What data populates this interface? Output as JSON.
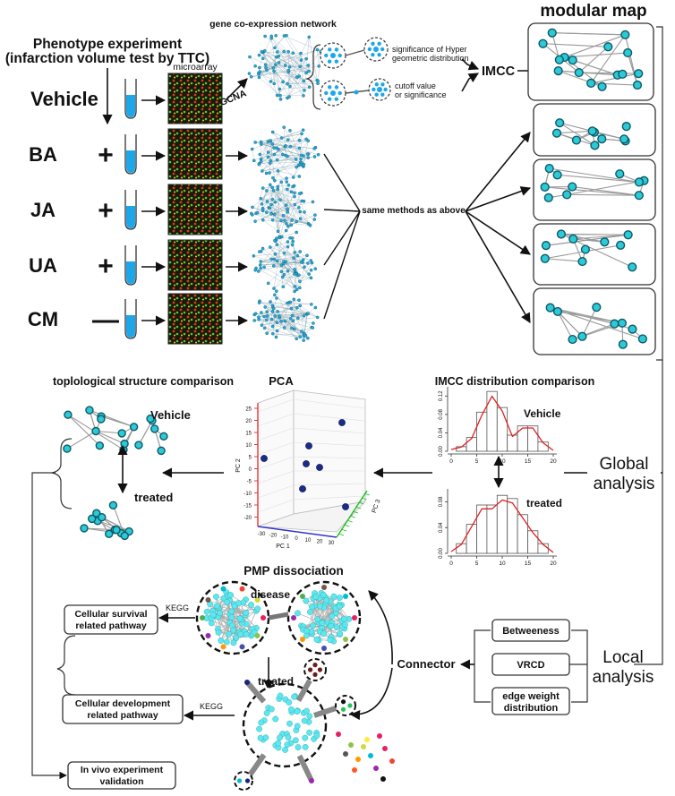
{
  "labels": {
    "phenotype_line1": "Phenotype experiment",
    "phenotype_line2": "(infarction volume test by TTC)",
    "microarray": "microarray",
    "gene_network": "gene co-expression network",
    "wgcna": "WGCNA",
    "hyper_line1": "significance of Hyper",
    "hyper_line2": "geometric distribution",
    "cutoff_line1": "cutoff value",
    "cutoff_line2": "or significance",
    "imcc": "IMCC",
    "modular_map": "modular map",
    "same_methods": "same methods as above",
    "topo_title": "toplological structure comparison",
    "vehicle": "Vehicle",
    "treated": "treated",
    "pca_title": "PCA",
    "imcc_dist_title": "IMCC distribution  comparison",
    "global_line1": "Global",
    "global_line2": "analysis",
    "local_line1": "Local",
    "local_line2": "analysis",
    "pmp_title": "PMP dissociation",
    "disease": "disease",
    "kegg": "KEGG",
    "survival_line1": "Cellular survival",
    "survival_line2": "related pathway",
    "development_line1": "Cellular development",
    "development_line2": "related pathway",
    "invivo_line1": "In vivo experiment",
    "invivo_line2": "validation",
    "connector": "Connector",
    "betweeness": "Betweeness",
    "vrcd": "VRCD",
    "edge_weight_line1": "edge weight",
    "edge_weight_line2": "distribution"
  },
  "groups": [
    {
      "name": "Vehicle",
      "sign": ""
    },
    {
      "name": "BA",
      "sign": "+"
    },
    {
      "name": "JA",
      "sign": "+"
    },
    {
      "name": "UA",
      "sign": "+"
    },
    {
      "name": "CM",
      "sign": "—"
    }
  ],
  "pca": {
    "y_label": "PC 2",
    "x_label": "PC 1",
    "z_label": "PC 3",
    "y_ticks": [
      "25",
      "20",
      "15",
      "10",
      "5",
      "0",
      "-5",
      "-10",
      "-15",
      "-20"
    ],
    "x_ticks": [
      "-30",
      "-20",
      "-10",
      "0",
      "10",
      "20",
      "30"
    ]
  },
  "hist_vehicle": {
    "y_ticks": [
      "0.00",
      "0.04",
      "0.08",
      "0.12"
    ],
    "x_ticks": [
      "0",
      "5",
      "10",
      "15",
      "20"
    ],
    "bins": [
      0.01,
      0.03,
      0.085,
      0.13,
      0.095,
      0.035,
      0.055,
      0.055,
      0.02
    ]
  },
  "hist_treated": {
    "y_ticks": [
      "0.00",
      "0.04",
      "0.08"
    ],
    "x_ticks": [
      "0",
      "5",
      "10",
      "15",
      "20"
    ],
    "bins": [
      0.015,
      0.045,
      0.075,
      0.075,
      0.09,
      0.085,
      0.06,
      0.035,
      0.015
    ]
  }
}
